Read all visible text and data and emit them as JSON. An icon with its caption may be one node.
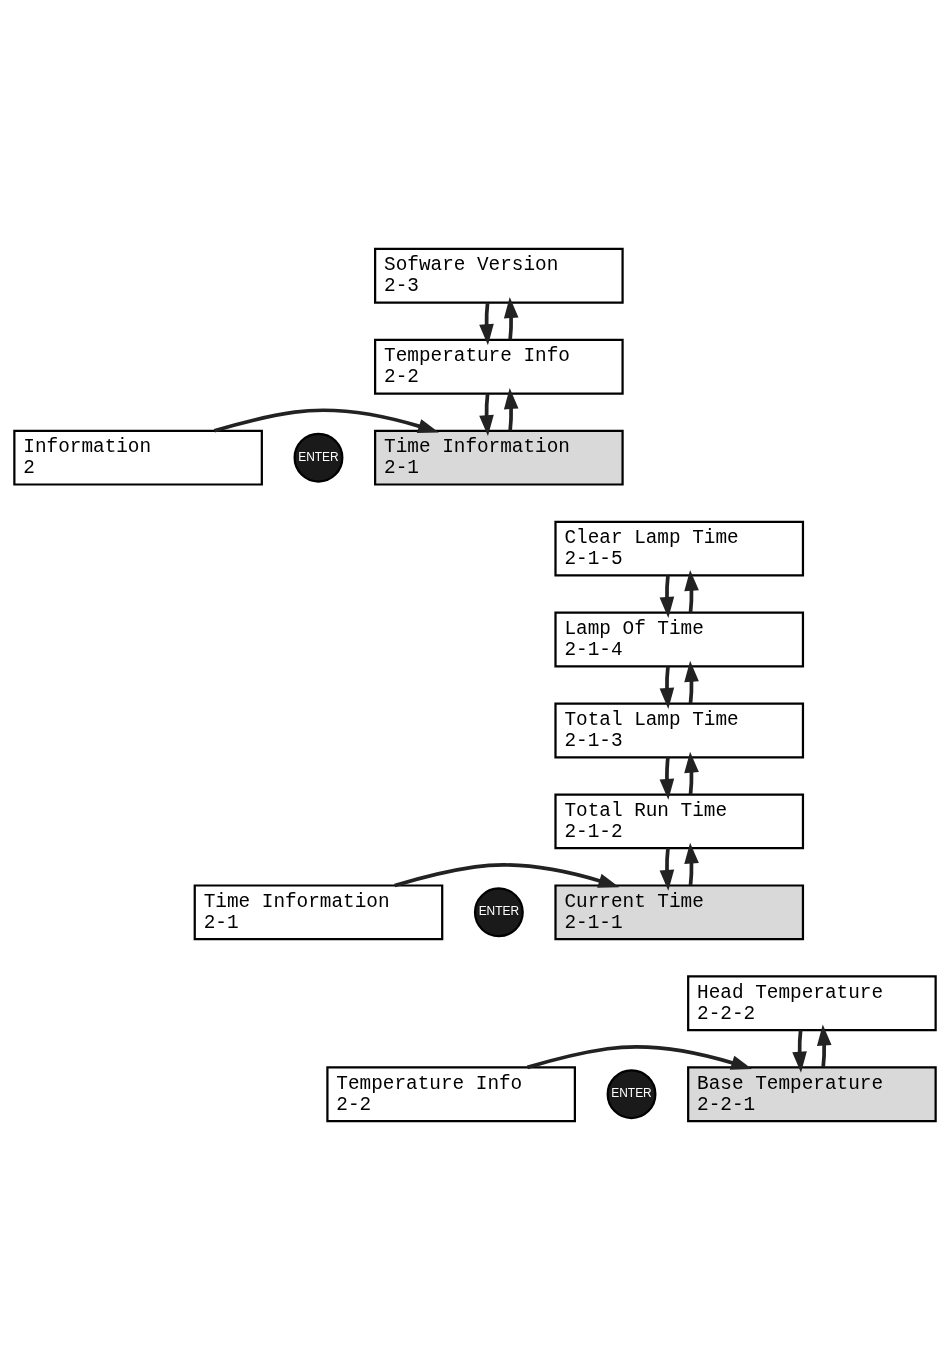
{
  "diagram": {
    "nodes": [
      {
        "text": [
          "Sofware Version",
          "2-3"
        ]
      },
      {
        "text": [
          "Temperature Info",
          "2-2"
        ]
      },
      {
        "text": [
          "Information",
          "2"
        ]
      },
      {
        "text": [
          "ENTER"
        ]
      },
      {
        "text": [
          "Time Information",
          "2-1"
        ]
      },
      {
        "text": [
          "Clear Lamp Time",
          "2-1-5"
        ]
      },
      {
        "text": [
          "Lamp Of Time",
          "2-1-4"
        ]
      },
      {
        "text": [
          "Total Lamp Time",
          "2-1-3"
        ]
      },
      {
        "text": [
          "Total Run Time",
          "2-1-2"
        ]
      },
      {
        "text": [
          "Time Information",
          "2-1"
        ]
      },
      {
        "text": [
          "ENTER"
        ]
      },
      {
        "text": [
          "Current Time",
          "2-1-1"
        ]
      },
      {
        "text": [
          "Head Temperature",
          "2-2-2"
        ]
      },
      {
        "text": [
          "Temperature Info",
          "2-2"
        ]
      },
      {
        "text": [
          "ENTER"
        ]
      },
      {
        "text": [
          "Base Temperature",
          "2-2-1"
        ]
      }
    ],
    "edges": [
      {
        "from": 1,
        "to": 0,
        "arrow": "to"
      },
      {
        "from": 0,
        "to": 1,
        "arrow": "to"
      },
      {
        "from": 4,
        "to": 1,
        "arrow": "to"
      },
      {
        "from": 1,
        "to": 4,
        "arrow": "to"
      },
      {
        "from": 2,
        "to": 4,
        "arrow": "to"
      },
      {
        "from": 6,
        "to": 5,
        "arrow": "to"
      },
      {
        "from": 5,
        "to": 6,
        "arrow": "to"
      },
      {
        "from": 7,
        "to": 6,
        "arrow": "to"
      },
      {
        "from": 6,
        "to": 7,
        "arrow": "to"
      },
      {
        "from": 8,
        "to": 7,
        "arrow": "to"
      },
      {
        "from": 7,
        "to": 8,
        "arrow": "to"
      },
      {
        "from": 11,
        "to": 8,
        "arrow": "to"
      },
      {
        "from": 8,
        "to": 11,
        "arrow": "to"
      },
      {
        "from": 9,
        "to": 11,
        "arrow": "to"
      },
      {
        "from": 15,
        "to": 12,
        "arrow": "to"
      },
      {
        "from": 12,
        "to": 15,
        "arrow": "to"
      },
      {
        "from": 13,
        "to": 15,
        "arrow": "to"
      }
    ]
  }
}
